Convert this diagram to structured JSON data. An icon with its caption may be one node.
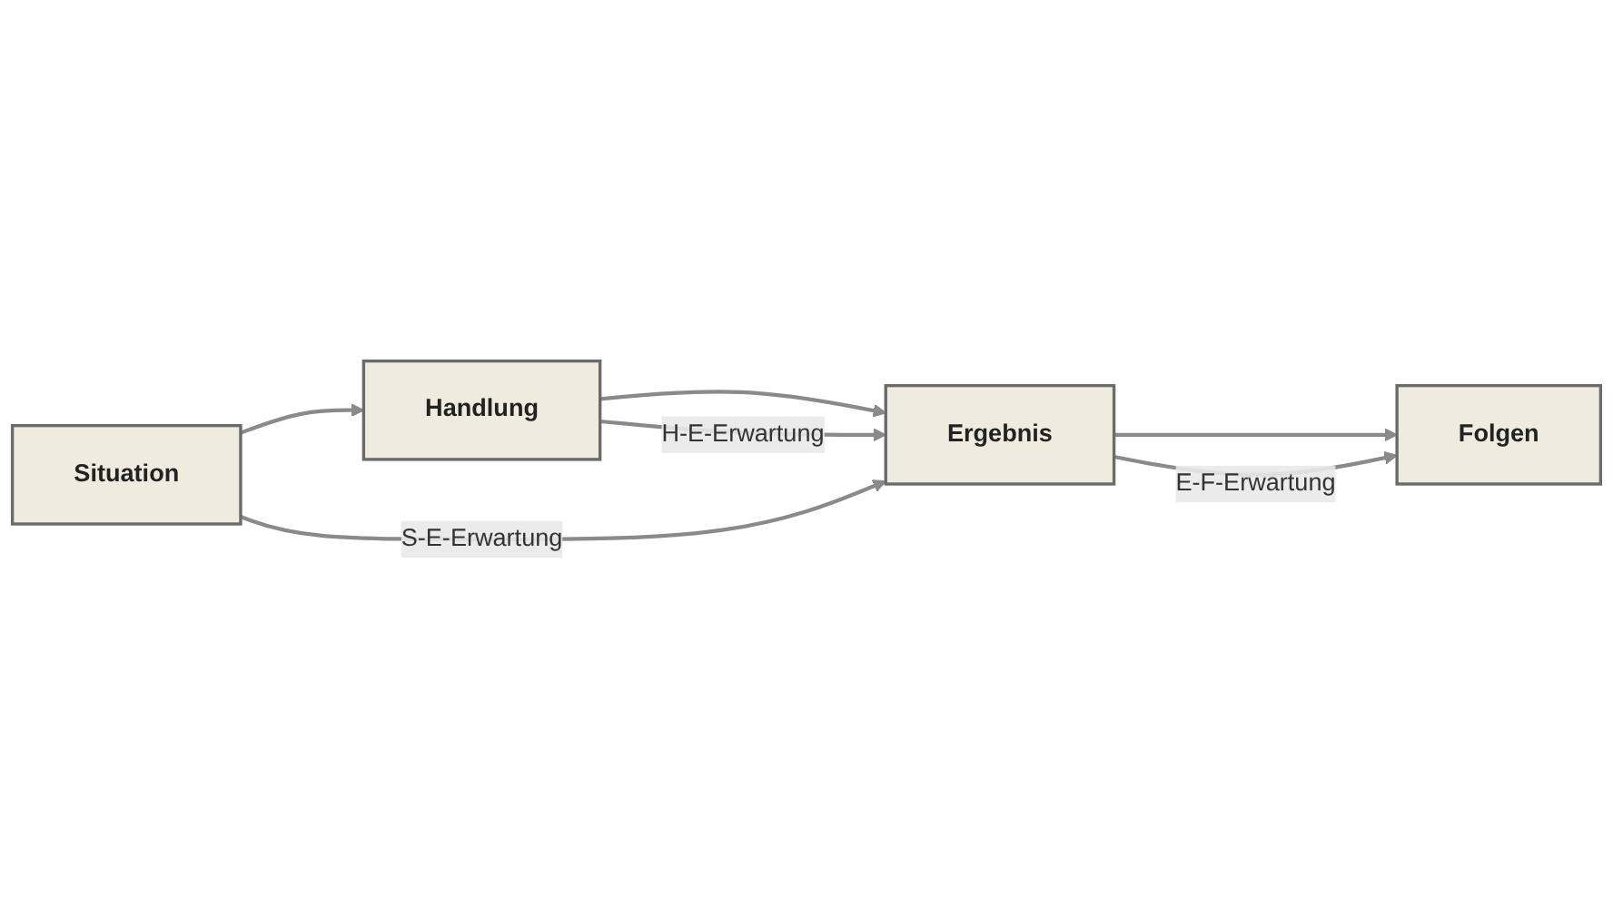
{
  "diagram": {
    "nodes": [
      {
        "text": [
          "Situation"
        ]
      },
      {
        "text": [
          "Handlung"
        ]
      },
      {
        "text": [
          "Ergebnis"
        ]
      },
      {
        "text": [
          "Folgen"
        ]
      }
    ],
    "edges": [
      {
        "from": 0,
        "to": 1,
        "arrow": "to"
      },
      {
        "from": 1,
        "to": 2,
        "arrow": "to"
      },
      {
        "from": 2,
        "to": 3,
        "arrow": "to"
      },
      {
        "from": 0,
        "to": 2,
        "arrow": "to",
        "label": "S-E-Erwartung"
      },
      {
        "from": 1,
        "to": 2,
        "arrow": "to",
        "label": "H-E-Erwartung"
      },
      {
        "from": 2,
        "to": 3,
        "arrow": "to",
        "label": "E-F-Erwartung"
      }
    ]
  }
}
